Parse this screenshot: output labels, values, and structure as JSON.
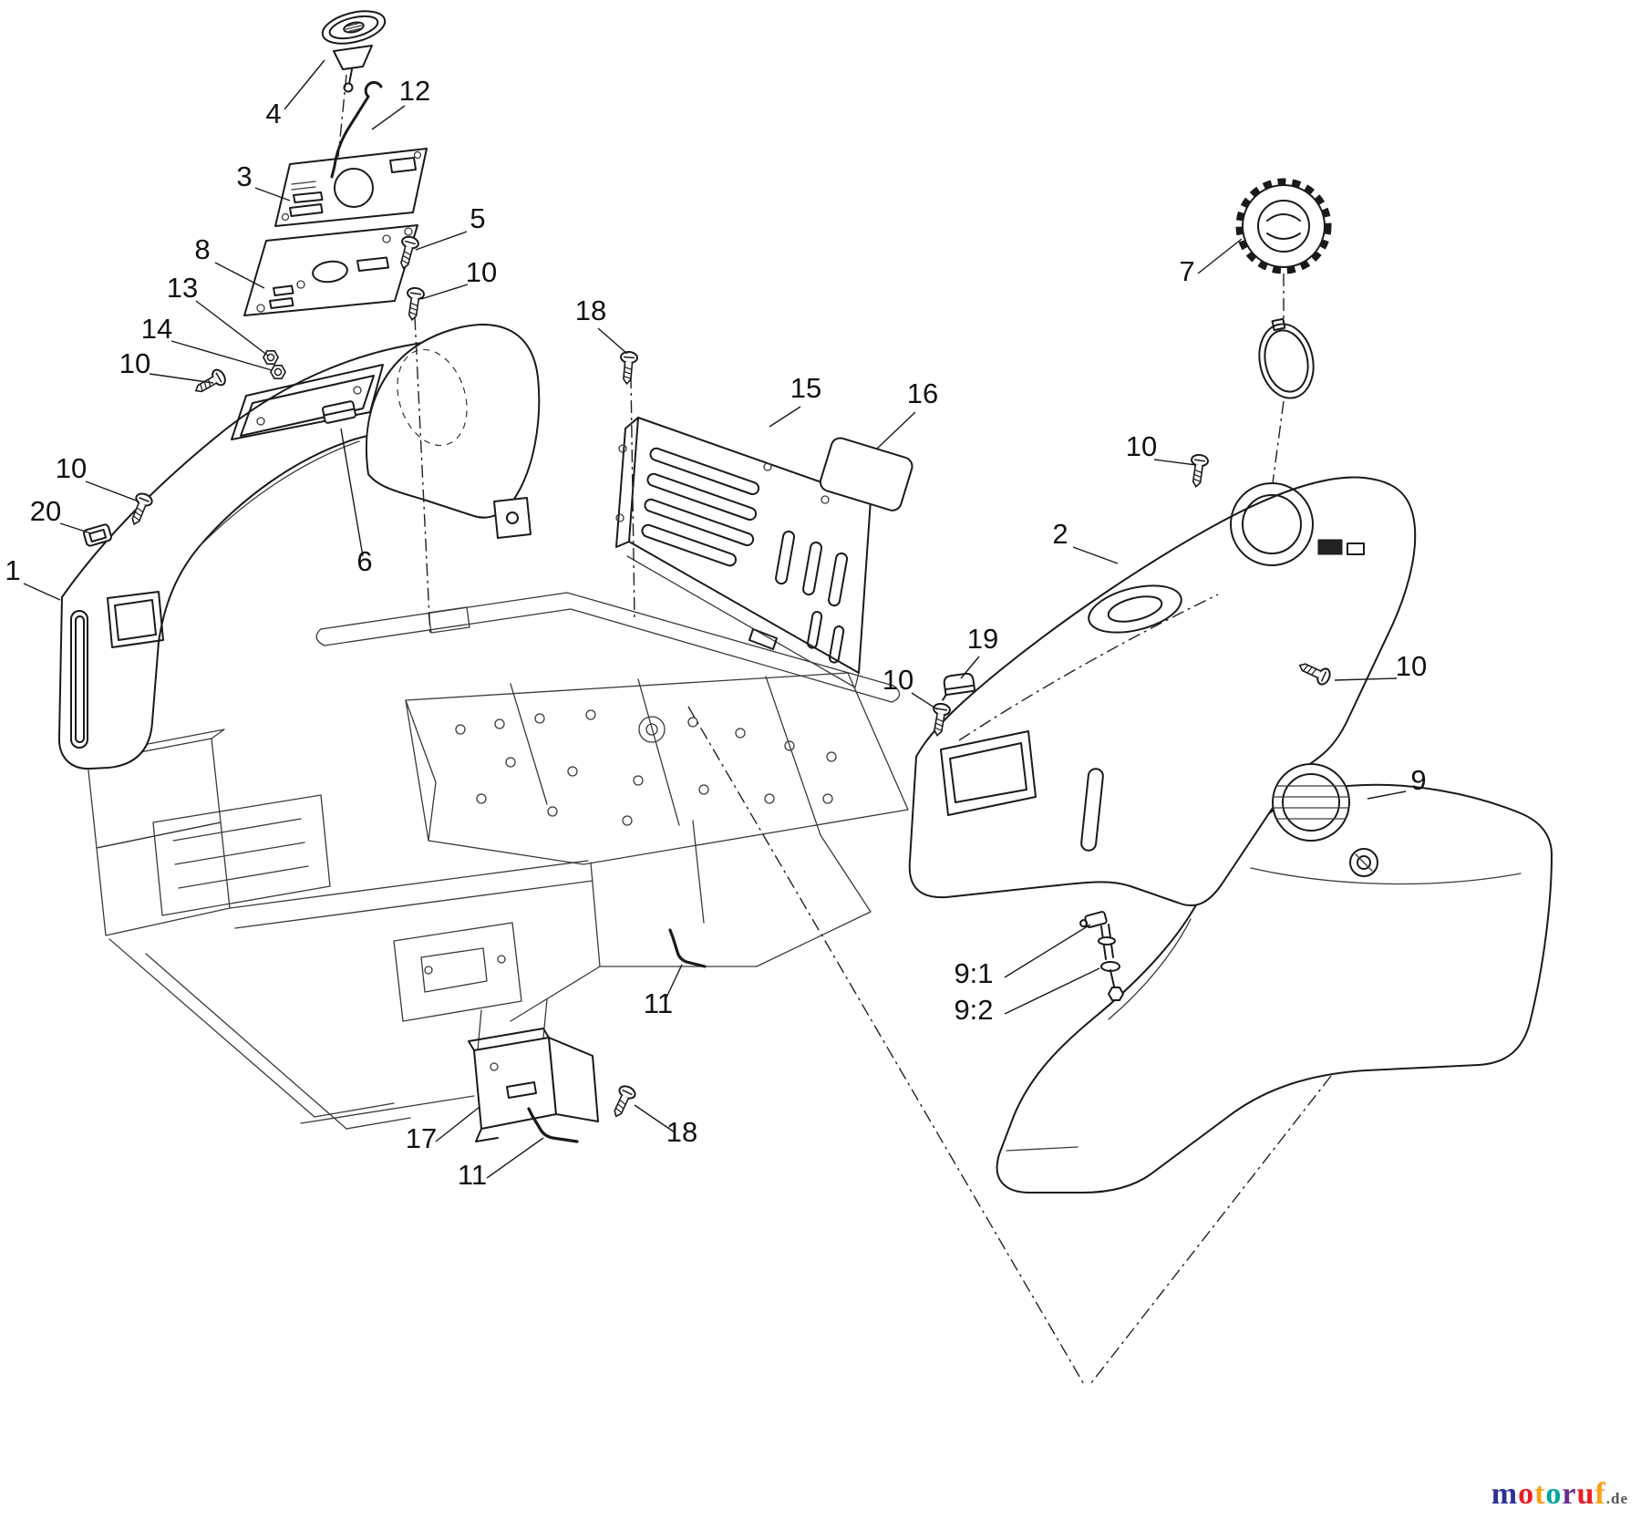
{
  "diagram": {
    "type": "exploded-parts-diagram",
    "callouts": {
      "n1": "1",
      "n2": "2",
      "n3": "3",
      "n4": "4",
      "n5": "5",
      "n6": "6",
      "n7": "7",
      "n8": "8",
      "n9": "9",
      "n9_1": "9:1",
      "n9_2": "9:2",
      "n10": "10",
      "n11": "11",
      "n12": "12",
      "n13": "13",
      "n14": "14",
      "n15": "15",
      "n16": "16",
      "n17": "17",
      "n18": "18",
      "n19": "19",
      "n20": "20"
    }
  },
  "watermark": {
    "letters": [
      {
        "ch": "m",
        "color": "#2e3192"
      },
      {
        "ch": "o",
        "color": "#ed1c24"
      },
      {
        "ch": "t",
        "color": "#f9a01b"
      },
      {
        "ch": "o",
        "color": "#00a79d"
      },
      {
        "ch": "r",
        "color": "#662d91"
      },
      {
        "ch": "u",
        "color": "#ed1c24"
      },
      {
        "ch": "f",
        "color": "#f9a01b"
      }
    ],
    "suffix": ".de"
  }
}
